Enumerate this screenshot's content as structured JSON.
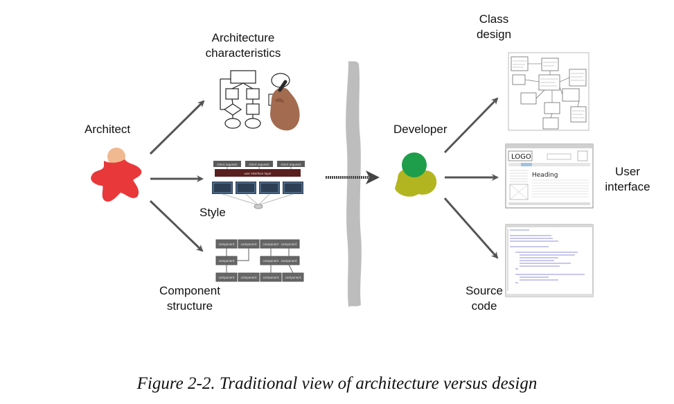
{
  "labels": {
    "architect": "Architect",
    "arch_characteristics_1": "Architecture",
    "arch_characteristics_2": "characteristics",
    "style": "Style",
    "component_structure_1": "Component",
    "component_structure_2": "structure",
    "developer": "Developer",
    "class_design_1": "Class",
    "class_design_2": "design",
    "user_interface_1": "User",
    "user_interface_2": "interface",
    "source_code_1": "Source",
    "source_code_2": "code"
  },
  "style_diagram": {
    "client_requests": [
      "client requests",
      "client requests",
      "client requests"
    ],
    "ui_layer": "user interface layer"
  },
  "component_diagram": {
    "component_label": "component"
  },
  "wireframe": {
    "logo": "LOGO",
    "heading": "Heading"
  },
  "caption": "Figure 2-2. Traditional view of architecture versus design",
  "colors": {
    "architect_red": "#e8383a",
    "architect_head": "#f0b98f",
    "developer_green": "#1e9e4a",
    "developer_olive": "#b3b520",
    "arrow": "#555555",
    "divider": "#b8b8b8"
  }
}
